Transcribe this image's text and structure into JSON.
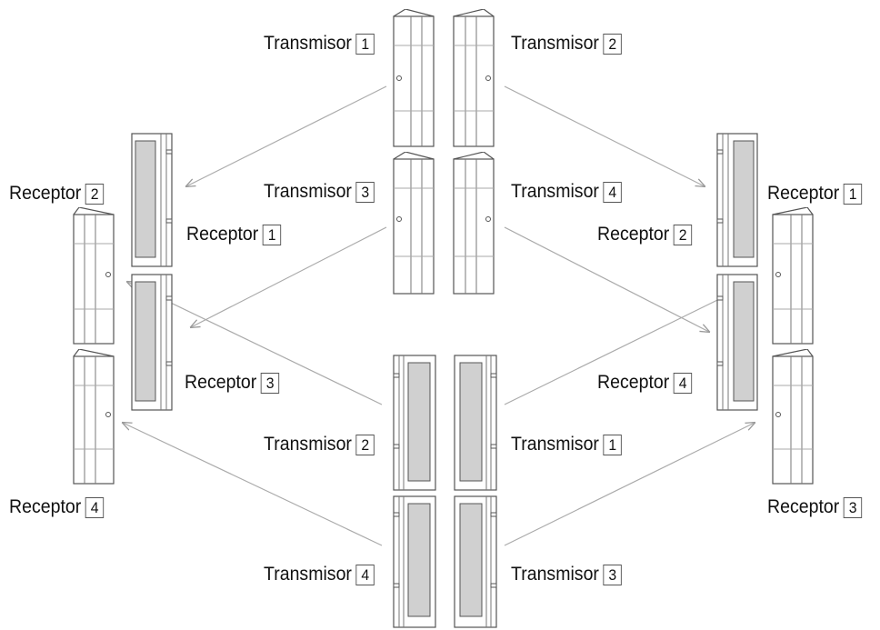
{
  "diagram": {
    "labels": [
      {
        "name": "Transmisor",
        "num": "1"
      },
      {
        "name": "Transmisor",
        "num": "2"
      },
      {
        "name": "Transmisor",
        "num": "3"
      },
      {
        "name": "Transmisor",
        "num": "4"
      },
      {
        "name": "Receptor",
        "num": "2"
      },
      {
        "name": "Receptor",
        "num": "1"
      },
      {
        "name": "Receptor",
        "num": "3"
      },
      {
        "name": "Receptor",
        "num": "4"
      },
      {
        "name": "Receptor",
        "num": "1"
      },
      {
        "name": "Receptor",
        "num": "2"
      },
      {
        "name": "Receptor",
        "num": "4"
      },
      {
        "name": "Receptor",
        "num": "3"
      },
      {
        "name": "Transmisor",
        "num": "2"
      },
      {
        "name": "Transmisor",
        "num": "1"
      },
      {
        "name": "Transmisor",
        "num": "4"
      },
      {
        "name": "Transmisor",
        "num": "3"
      }
    ],
    "colors": {
      "line": "#555555",
      "beam": "#aaaaaa",
      "lens": "#d0d0d0"
    }
  }
}
